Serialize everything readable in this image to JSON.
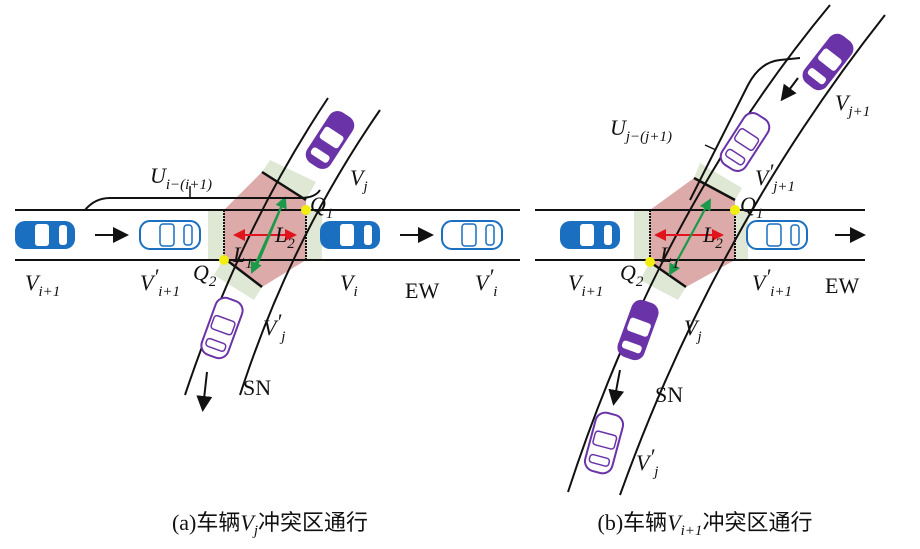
{
  "colors": {
    "conflict": "#dcaaa8",
    "buffer": "#dfe8d4",
    "car_blue": "#1a6fc0",
    "car_purple": "#6a34a8",
    "red_arrow": "#e0141c",
    "green_arrow": "#1a9a4a",
    "point": "#f2ef10"
  },
  "panel_a": {
    "caption": {
      "prefix": "(a)车辆",
      "var": "V",
      "sub": "j",
      "suffix": "冲突区通行"
    },
    "vi1": {
      "main": "V",
      "sub": "i+1"
    },
    "vpi1": {
      "main": "V",
      "prime": "′",
      "sub": "i+1"
    },
    "vi": {
      "main": "V",
      "sub": "i"
    },
    "vpi": {
      "main": "V",
      "prime": "′",
      "sub": "i"
    },
    "vj": {
      "main": "V",
      "sub": "j"
    },
    "vpj": {
      "main": "V",
      "prime": "′",
      "sub": "j"
    },
    "u": {
      "main": "U",
      "sub": "i−(i+1)"
    },
    "q1": {
      "main": "Q",
      "sub": "1"
    },
    "q2": {
      "main": "Q",
      "sub": "2"
    },
    "l1": {
      "main": "L",
      "sub": "1"
    },
    "l2": {
      "main": "L",
      "sub": "2"
    },
    "ew": "EW",
    "sn": "SN"
  },
  "panel_b": {
    "caption": {
      "prefix": "(b)车辆",
      "var": "V",
      "sub": "i+1",
      "suffix": "冲突区通行"
    },
    "vi1": {
      "main": "V",
      "sub": "i+1"
    },
    "vpi1": {
      "main": "V",
      "prime": "′",
      "sub": "i+1"
    },
    "vj1": {
      "main": "V",
      "sub": "j+1"
    },
    "vpj1": {
      "main": "V",
      "prime": "′",
      "sub": "j+1"
    },
    "vj": {
      "main": "V",
      "sub": "j"
    },
    "vpj": {
      "main": "V",
      "prime": "′",
      "sub": "j"
    },
    "u": {
      "main": "U",
      "sub": "j−(j+1)"
    },
    "q1": {
      "main": "Q",
      "sub": "1"
    },
    "q2": {
      "main": "Q",
      "sub": "2"
    },
    "l1": {
      "main": "L",
      "sub": "1"
    },
    "l2": {
      "main": "L",
      "sub": "2"
    },
    "ew": "EW",
    "sn": "SN"
  }
}
